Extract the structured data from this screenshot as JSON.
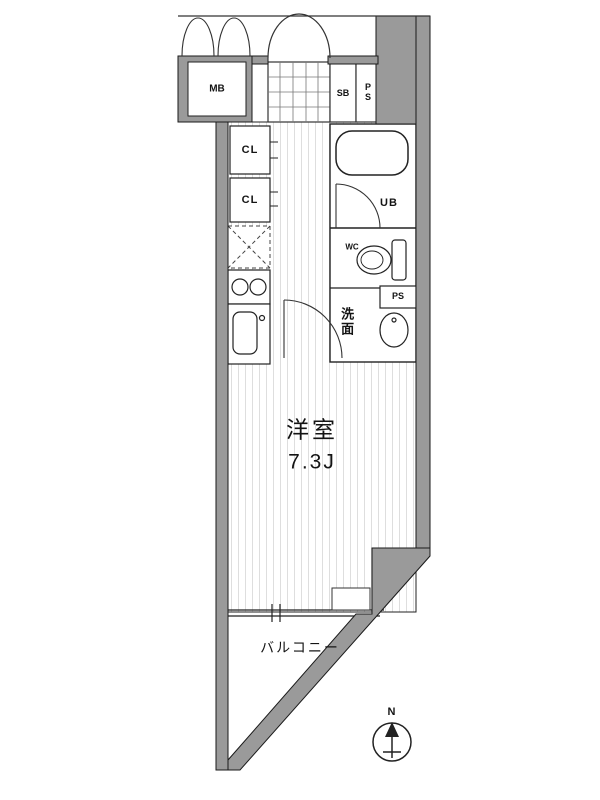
{
  "title": "apartment-floor-plan",
  "colors": {
    "wall_gray": "#9a9a9a",
    "outline": "#1a1a1a",
    "floor_stripe": "#dedede",
    "background": "#ffffff"
  },
  "labels": {
    "mb": "MB",
    "sb": "SB",
    "ps_top": "PS",
    "cl_upper": "CL",
    "cl_lower": "CL",
    "ub": "UB",
    "wc": "WC",
    "ps_lower": "PS",
    "washroom": "洗面",
    "room_name": "洋室",
    "room_size": "7.3J",
    "balcony": "バルコニー",
    "compass_north": "N"
  }
}
